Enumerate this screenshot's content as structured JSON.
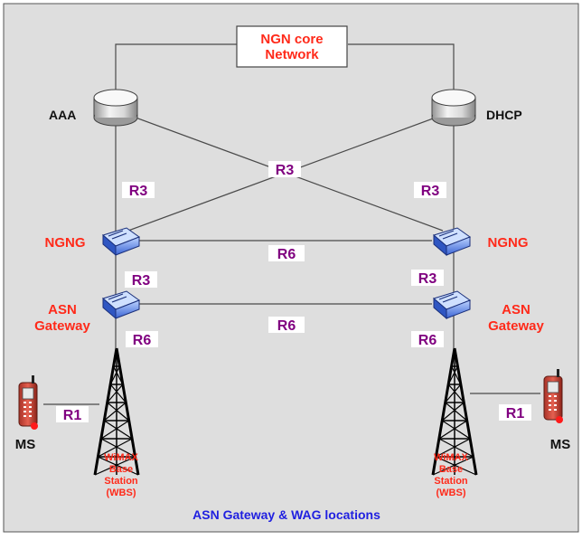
{
  "core_network": {
    "line1": "NGN core",
    "line2": "Network"
  },
  "servers": {
    "left": "AAA",
    "right": "DHCP"
  },
  "links": {
    "r3_left_upper": "R3",
    "r3_cross": "R3",
    "r3_right_upper": "R3",
    "r6_ngng": "R6",
    "r3_left_lower": "R3",
    "r3_right_lower": "R3",
    "r6_asn": "R6",
    "r6_left_tower": "R6",
    "r6_right_tower": "R6",
    "r1_left": "R1",
    "r1_right": "R1"
  },
  "routers": {
    "ngng_left": "NGNG",
    "ngng_right": "NGNG",
    "asn_left_1": "ASN",
    "asn_left_2": "Gateway",
    "asn_right_1": "ASN",
    "asn_right_2": "Gateway"
  },
  "terminals": {
    "left": "MS",
    "right": "MS"
  },
  "base_stations": {
    "left": [
      "WiMAX",
      "Base",
      "Station",
      "(WBS)"
    ],
    "right": [
      "WiMAX",
      "Base",
      "Station",
      "(WBS)"
    ]
  },
  "caption": "ASN Gateway & WAG locations",
  "colors": {
    "panel": "#dedede",
    "router_label": "#ff2a1a",
    "link_label": "#800080",
    "caption": "#2020e0",
    "router_body": "#4a7be8",
    "line": "#4a4a4a"
  }
}
